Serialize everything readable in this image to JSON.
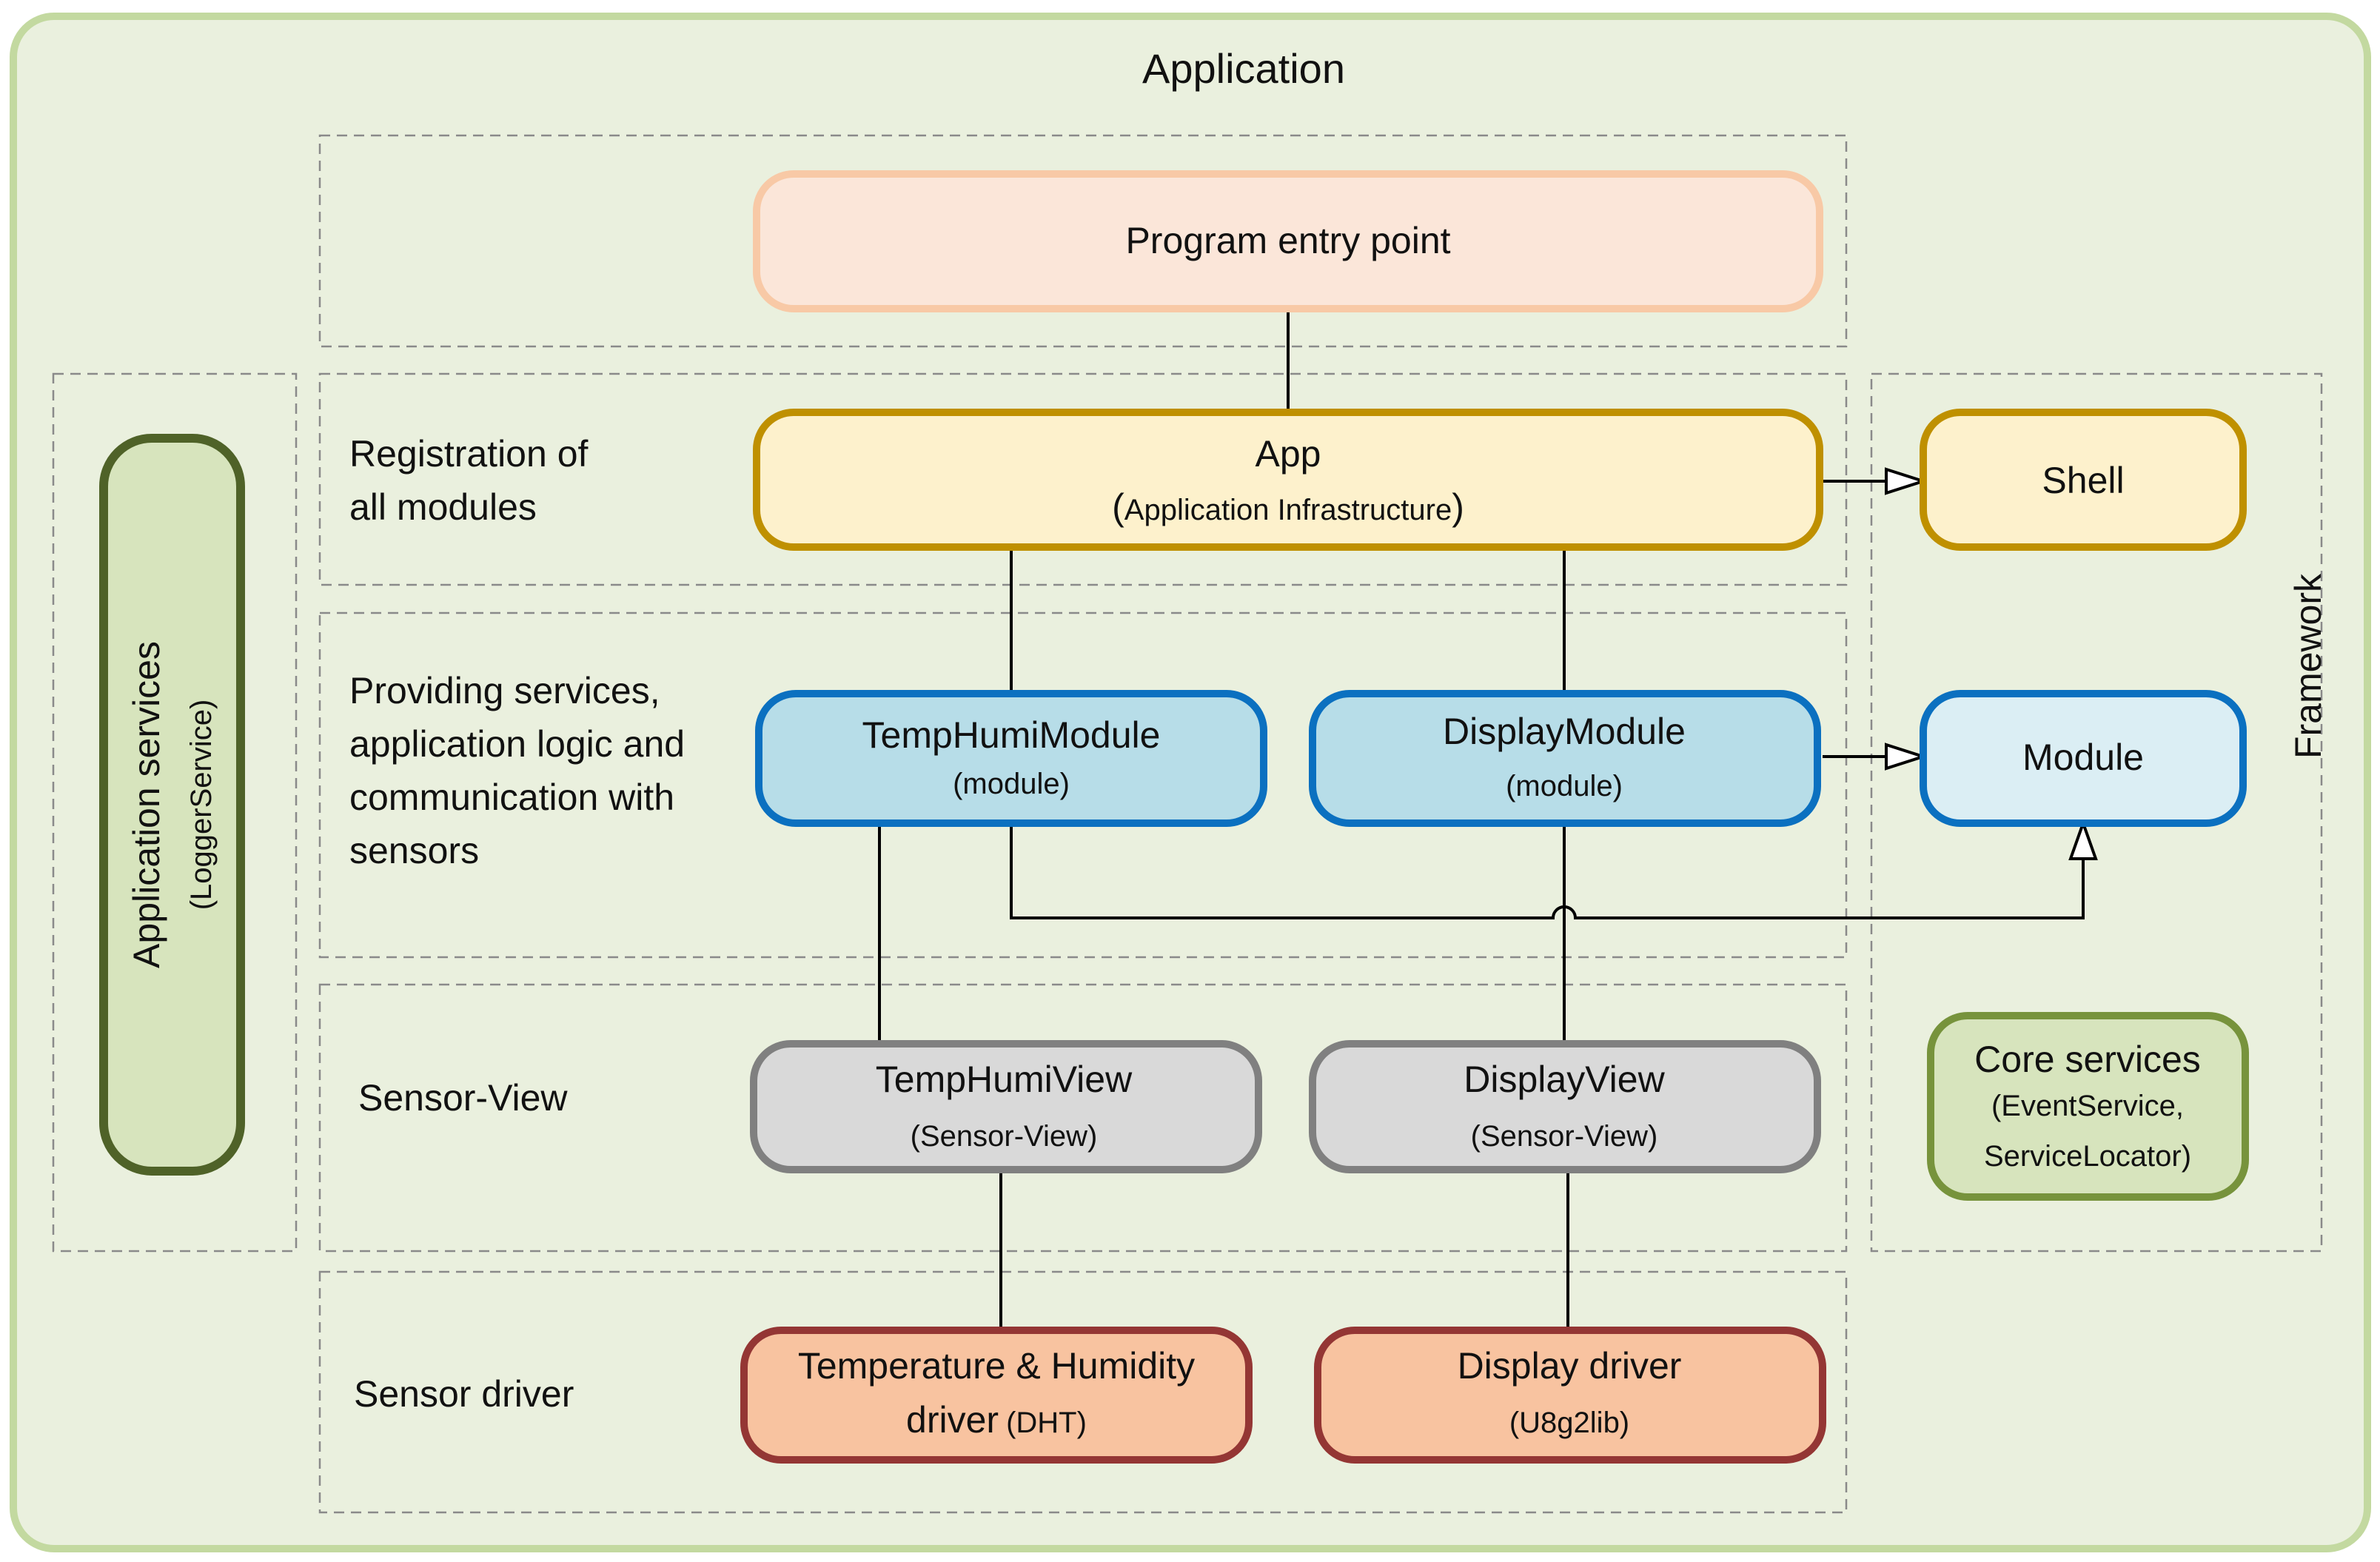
{
  "application": {
    "title": "Application"
  },
  "framework": {
    "title": "Framework"
  },
  "layers": {
    "entry": "",
    "registration": [
      "Registration of",
      "all modules"
    ],
    "services": [
      "Providing services,",
      "application logic and",
      "communication with",
      "sensors"
    ],
    "view": "Sensor-View",
    "driver": "Sensor driver"
  },
  "boxes": {
    "program_entry": {
      "title": "Program entry point"
    },
    "app": {
      "title": "App",
      "open": "(",
      "sub": "Application Infrastructure",
      "close": ")"
    },
    "shell": {
      "title": "Shell"
    },
    "temphumi_module": {
      "title": "TempHumiModule",
      "sub": "(module)"
    },
    "display_module": {
      "title": "DisplayModule",
      "sub": "(module)"
    },
    "module": {
      "title": "Module"
    },
    "temphumi_view": {
      "title": "TempHumiView",
      "sub": "(Sensor-View)"
    },
    "display_view": {
      "title": "DisplayView",
      "sub": "(Sensor-View)"
    },
    "temp_driver": {
      "title": "Temperature & Humidity",
      "title2": "driver",
      "sub": "(DHT)"
    },
    "display_driver": {
      "title": "Display driver",
      "sub": "(U8g2lib)"
    },
    "core_services": {
      "title": "Core services",
      "sub1": "(EventService,",
      "sub2": "ServiceLocator)"
    },
    "app_services": {
      "title": "Application services",
      "sub": "(LoggerService)"
    }
  },
  "colors": {
    "background": "#eaf0de",
    "outer_border": "#c3d9a0",
    "entry_fill": "#fbe6d9",
    "entry_border": "#f8c9a6",
    "app_fill": "#fdf1cc",
    "app_border": "#bf9000",
    "module_fill": "#b7dde8",
    "module_border": "#0b70c0",
    "module_base_fill": "#dbeef4",
    "view_fill": "#d9d9d9",
    "view_border": "#808080",
    "driver_fill": "#f8c3a0",
    "driver_border": "#943634",
    "core_fill": "#d7e4bd",
    "core_border": "#77933c",
    "appsvc_fill": "#d7e4bd",
    "appsvc_border": "#4f6228"
  }
}
